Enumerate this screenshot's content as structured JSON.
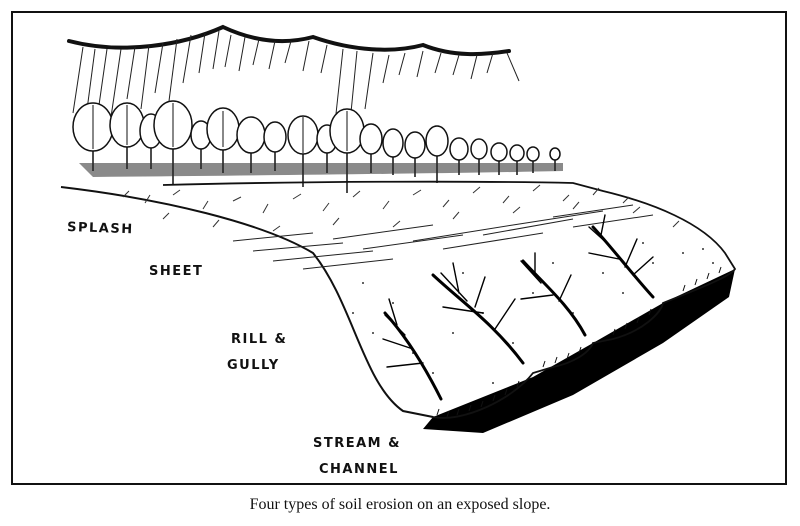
{
  "labels": {
    "splash": "SPLASH",
    "sheet": "SHEET",
    "rill_line1": "RILL &",
    "rill_line2": "GULLY",
    "stream_line1": "STREAM &",
    "stream_line2": "CHANNEL"
  },
  "caption": "Four types of soil erosion on an exposed slope."
}
